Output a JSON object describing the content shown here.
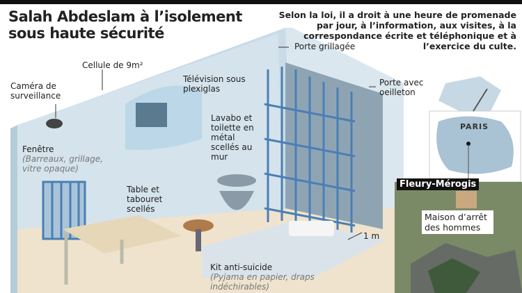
{
  "title": {
    "line1": "Salah Abdeslam à l’isolement",
    "line2": "sous haute sécurité"
  },
  "note": "Selon la loi, il a droit à une heure de promenade par jour, à l’information, aux visites, à la correspondance écrite et téléphonique et à l’exercice du culte.",
  "labels": {
    "cellule": "Cellule de 9m²",
    "camera": "Caméra de surveillance",
    "television": "Télévision sous plexiglas",
    "porte_grillagee": "Porte grillagée",
    "porte_oeilleton": "Porte avec oeilleton",
    "lavabo": "Lavabo et toilette en métal scellés au mur",
    "fenetre": "Fenêtre",
    "fenetre_detail": "(Barreaux, grillage, vitre opaque)",
    "table": "Table et tabouret scellés",
    "scale": "1 m",
    "kit": "Kit anti-suicide",
    "kit_detail": "(Pyjama en papier, draps indéchirables)"
  },
  "map": {
    "paris": "PARIS",
    "location": "Fleury-Mérogis",
    "building": "Maison d’arrêt des hommes"
  }
}
